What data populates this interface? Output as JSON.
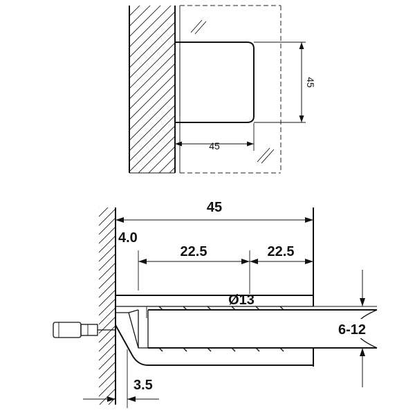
{
  "top_view": {
    "width_dim": "45",
    "height_dim": "45"
  },
  "side_view": {
    "overall_width": "45",
    "left_offset": "4.0",
    "half_width_left": "22.5",
    "half_width_right": "22.5",
    "bore_diameter": "Ø13",
    "glass_thickness": "6-12",
    "wall_gap": "3.5"
  }
}
